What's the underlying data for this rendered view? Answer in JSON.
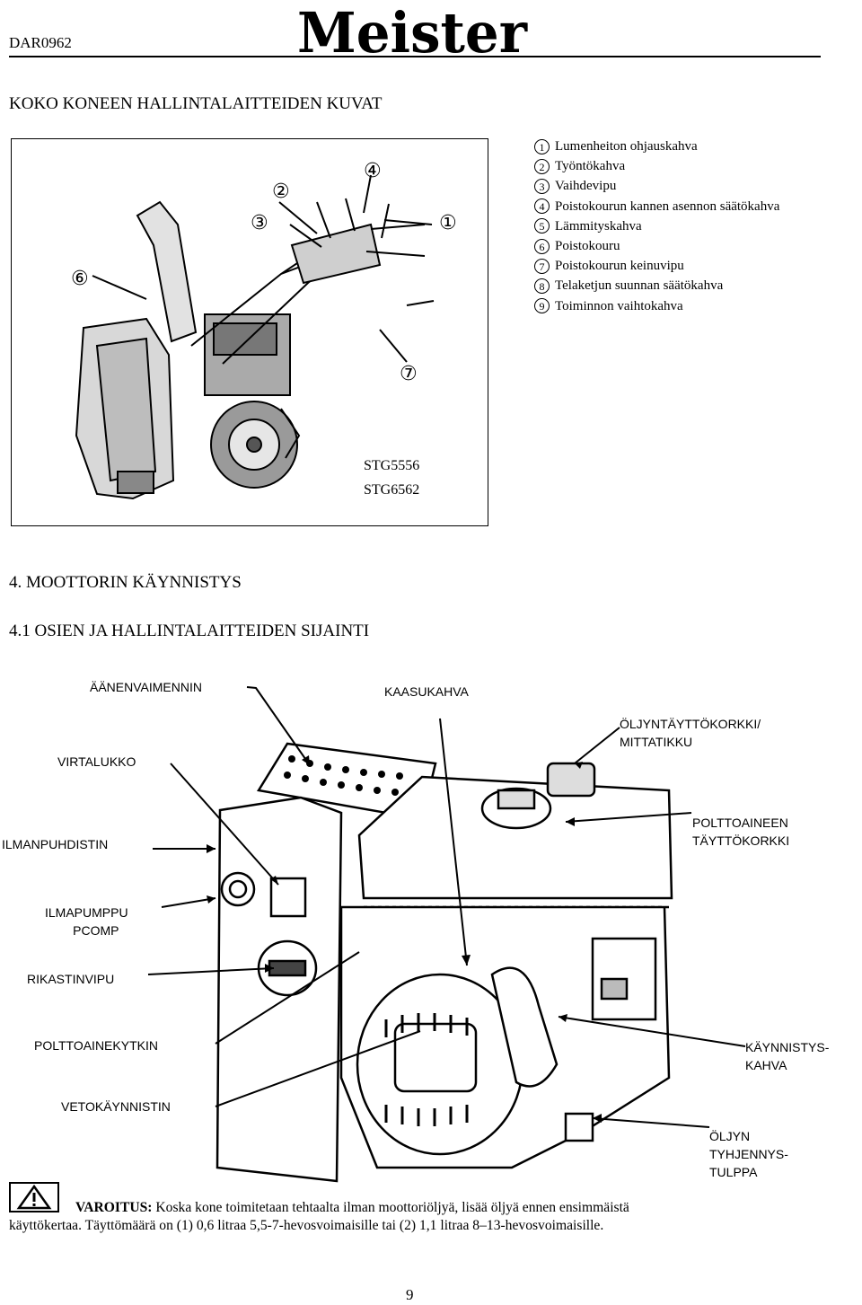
{
  "header": {
    "doc_code": "DAR0962",
    "brand": "Meister"
  },
  "sections": {
    "controls_title": "KOKO KONEEN HALLINTALAITTEIDEN KUVAT",
    "engine_start_title": "4. MOOTTORIN KÄYNNISTYS",
    "parts_title": "4.1 OSIEN JA HALLINTALAITTEIDEN SIJAINTI"
  },
  "figure": {
    "callouts": [
      "①",
      "②",
      "③",
      "④",
      "⑥",
      "⑦"
    ],
    "models": [
      "STG5556",
      "STG6562"
    ]
  },
  "legend": [
    {
      "num": "1",
      "text": "Lumenheiton ohjauskahva"
    },
    {
      "num": "2",
      "text": "Työntökahva"
    },
    {
      "num": "3",
      "text": "Vaihdevipu"
    },
    {
      "num": "4",
      "text": "Poistokourun kannen asennon säätökahva"
    },
    {
      "num": "5",
      "text": "Lämmityskahva"
    },
    {
      "num": "6",
      "text": "Poistokouru"
    },
    {
      "num": "7",
      "text": "Poistokourun keinuvipu"
    },
    {
      "num": "8",
      "text": "Telaketjun suunnan säätökahva"
    },
    {
      "num": "9",
      "text": "Toiminnon vaihtokahva"
    }
  ],
  "engine_labels": {
    "muffler": "ÄÄNENVAIMENNIN",
    "throttle": "KAASUKAHVA",
    "ignition": "VIRTALUKKO",
    "oil_cap": "ÖLJYNTÄYTTÖKORKKI/\nMITTATIKKU",
    "air_filter": "ILMANPUHDISTIN",
    "fuel_cap": "POLTTOAINEEN\nTÄYTTÖKORKKI",
    "primer": "ILMAPUMPPU\n        PCOMP",
    "choke": "RIKASTINVIPU",
    "fuel_switch": "POLTTOAINEKYTKIN",
    "start_handle": "KÄYNNISTYS-\nKAHVA",
    "recoil": "VETOKÄYNNISTIN",
    "drain_plug": "ÖLJYN\nTYHJENNYS-\nTULPPA"
  },
  "warning": {
    "label": "VAROITUS:",
    "text_line1": "Koska kone toimitetaan tehtaalta ilman moottoriöljyä, lisää öljyä ennen ensimmäistä",
    "text_line2": "käyttökertaa. Täyttömäärä on (1) 0,6 litraa 5,5-7-hevosvoimaisille tai (2) 1,1 litraa 8–13-hevosvoimaisille."
  },
  "page_number": "9",
  "colors": {
    "ink": "#000000",
    "paper": "#ffffff"
  }
}
